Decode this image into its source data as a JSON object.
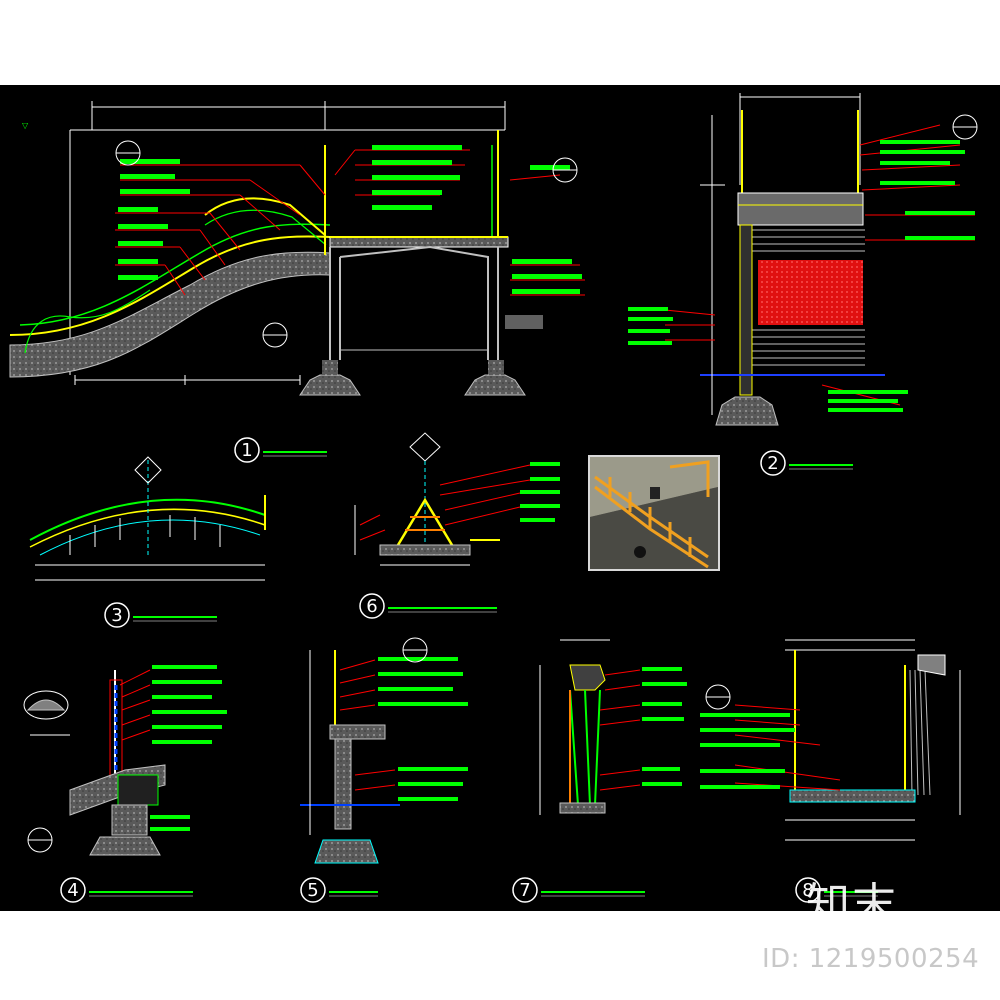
{
  "details": [
    {
      "id": "elevation-1",
      "number": "1"
    },
    {
      "id": "elevation-2",
      "number": "2"
    },
    {
      "id": "plan-3",
      "number": "3"
    },
    {
      "id": "section-4",
      "number": "4"
    },
    {
      "id": "section-5",
      "number": "5"
    },
    {
      "id": "section-6",
      "number": "6"
    },
    {
      "id": "section-7",
      "number": "7"
    },
    {
      "id": "section-8",
      "number": "8"
    }
  ],
  "brand": "知末",
  "id_label": "ID: 1219500254",
  "colors": {
    "background": "#000000",
    "annotation": "#00ff00",
    "leader": "#ff0000",
    "structure": "#ffffff",
    "concrete": "#808080",
    "highlight": "#ffff00",
    "water": "#00ffff",
    "accent": "#ff8000"
  }
}
